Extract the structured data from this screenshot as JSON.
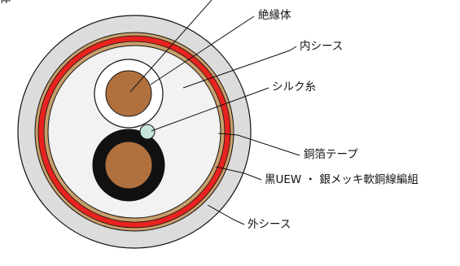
{
  "labels": {
    "partial_top_left": "導体",
    "insulator": "絶縁体",
    "inner_sheath": "内シース",
    "silk_thread": "シルク糸",
    "copper_foil_tape": "銅箔テープ",
    "braid": "黒UEW ・ 銀メッキ軟銅線編組",
    "outer_sheath": "外シース"
  },
  "colors": {
    "outer_sheath": "#dcdcdc",
    "copper_tape": "#c9a06c",
    "braid_red": "#e8231f",
    "inner_sheath": "#f2f2f2",
    "insulator_white": "#ffffff",
    "insulator_black": "#111111",
    "conductor": "#b0713f",
    "silk_thread": "#c5e6d8",
    "outline": "#111111"
  }
}
